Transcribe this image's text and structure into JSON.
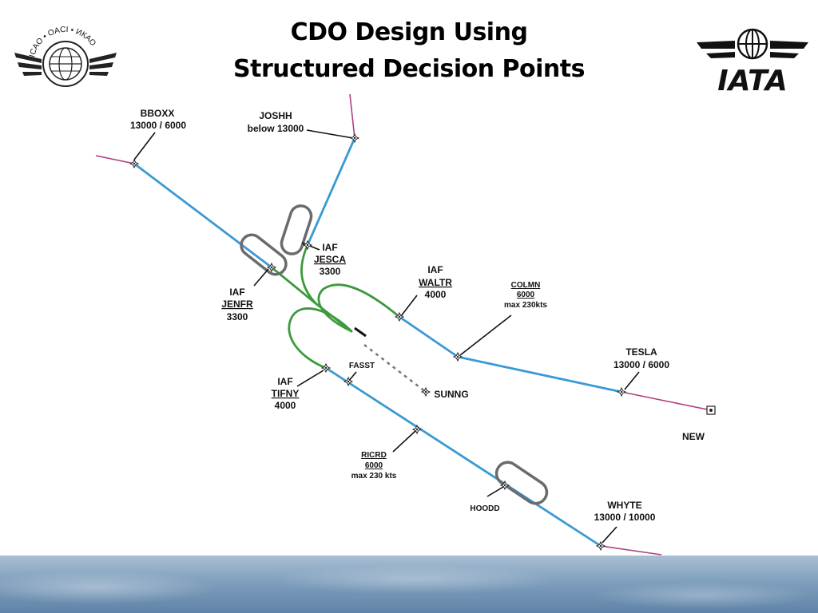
{
  "title": {
    "line1": "CDO Design Using",
    "line2": "Structured Decision Points"
  },
  "logos": {
    "icao": {
      "icon": "icao-emblem-icon",
      "text": "ICAO • OACI • ИКАО"
    },
    "iata": {
      "icon": "iata-globe-icon",
      "text": "IATA"
    }
  },
  "waypoints": {
    "bboxx": {
      "name": "BBOXX",
      "alt": "13000 / 6000"
    },
    "joshh": {
      "name": "JOSHH",
      "alt": "below 13000"
    },
    "jesca": {
      "type": "IAF",
      "name": "JESCA",
      "alt": "3300"
    },
    "jenfr": {
      "type": "IAF",
      "name": "JENFR",
      "alt": "3300"
    },
    "waltr": {
      "type": "IAF",
      "name": "WALTR",
      "alt": "4000"
    },
    "colmn": {
      "name": "COLMN",
      "alt": "6000",
      "speed": "max 230kts"
    },
    "tesla": {
      "name": "TESLA",
      "alt": "13000 / 6000"
    },
    "new": {
      "name": "NEW"
    },
    "fasst": {
      "name": "FASST"
    },
    "sunng": {
      "name": "SUNNG"
    },
    "tifny": {
      "type": "IAF",
      "name": "TIFNY",
      "alt": "4000"
    },
    "ricrd": {
      "name": "RICRD",
      "alt": "6000",
      "speed": "max 230 kts"
    },
    "hoodd": {
      "name": "HOODD"
    },
    "whyte": {
      "name": "WHYTE",
      "alt": "13000 / 10000"
    }
  },
  "colors": {
    "route": "#3a9ad3",
    "transition": "#3c9a3c",
    "inbound": "#b0407f",
    "hold": "#6b6b6b",
    "leader": "#111111",
    "final": "#777777"
  }
}
